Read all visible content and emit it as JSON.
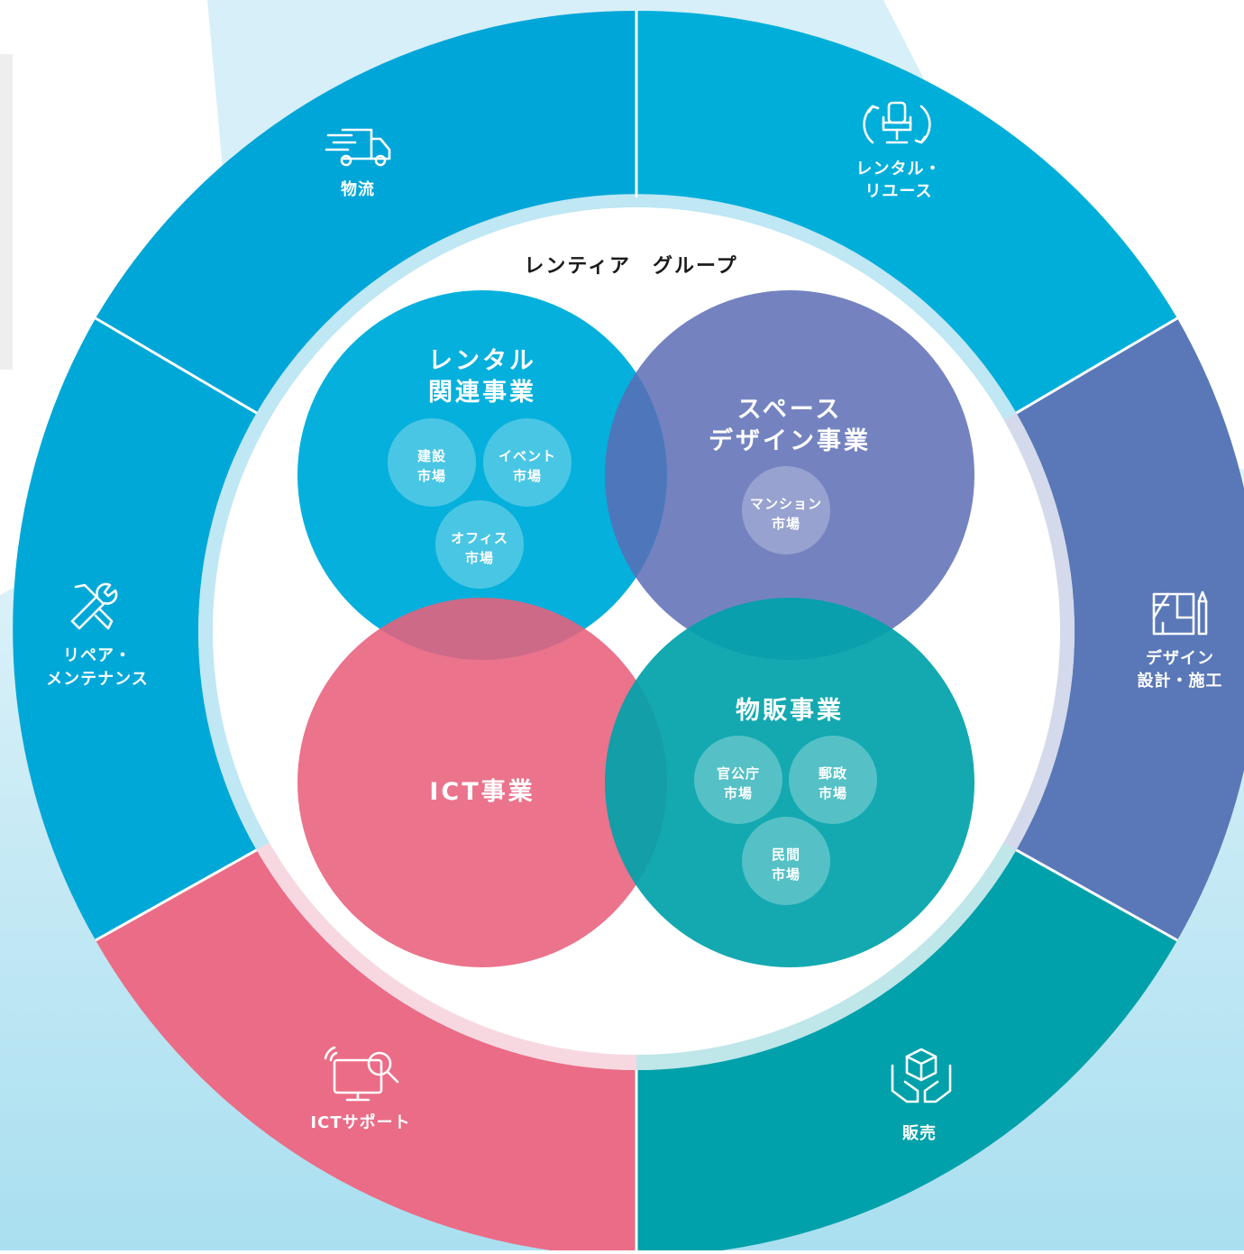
{
  "group_title": "レンティア　グループ",
  "colors": {
    "rental_blue": "#00aada",
    "space_purple": "#6975bc",
    "ict_pink": "#eb6c86",
    "sales_teal": "#00a1aa",
    "design_blue": "#5a78b8"
  },
  "segments": {
    "logistics": {
      "label": "物流",
      "icon": "delivery-truck-icon"
    },
    "rental_reuse": {
      "lines": [
        "レンタル・",
        "リユース"
      ],
      "icon": "office-chair-recycle-icon"
    },
    "repair": {
      "lines": [
        "リペア・",
        "メンテナンス"
      ],
      "icon": "wrench-screwdriver-icon"
    },
    "design": {
      "lines": [
        "デザイン",
        "設計・施工"
      ],
      "icon": "blueprint-ruler-icon"
    },
    "ict_support": {
      "label": "ICTサポート",
      "icon": "monitor-search-icon"
    },
    "sales": {
      "label": "販売",
      "icon": "hands-box-icon"
    }
  },
  "businesses": {
    "rental": {
      "title_lines": [
        "レンタル",
        "関連事業"
      ],
      "markets": [
        {
          "lines": [
            "建設",
            "市場"
          ]
        },
        {
          "lines": [
            "イベント",
            "市場"
          ]
        },
        {
          "lines": [
            "オフィス",
            "市場"
          ]
        }
      ]
    },
    "space": {
      "title_lines": [
        "スペース",
        "デザイン事業"
      ],
      "markets": [
        {
          "lines": [
            "マンション",
            "市場"
          ]
        }
      ]
    },
    "ict": {
      "title": "ICT事業"
    },
    "merch": {
      "title": "物販事業",
      "markets": [
        {
          "lines": [
            "官公庁",
            "市場"
          ]
        },
        {
          "lines": [
            "郵政",
            "市場"
          ]
        },
        {
          "lines": [
            "民間",
            "市場"
          ]
        }
      ]
    }
  }
}
